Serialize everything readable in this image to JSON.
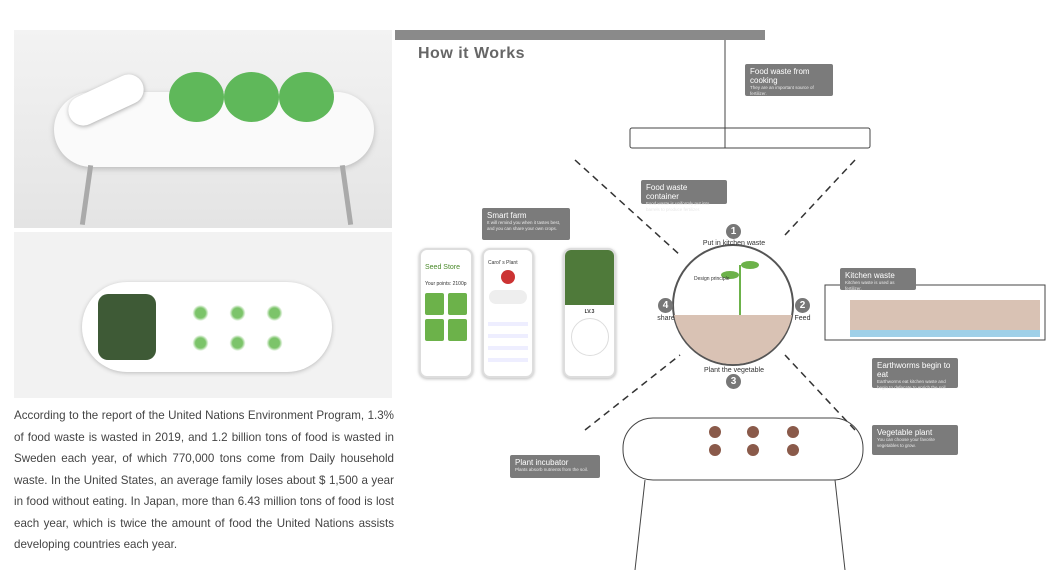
{
  "paragraph": "According to the report of the United Nations Environment Program, 1.3% of food waste is wasted in 2019, and 1.2 billion tons of food is wasted in Sweden each year, of which 770,000 tons come from Daily household waste. In the United States, an average family loses about $ 1,500 a year in food without eating. In Japan, more than 6.43 million tons of food is lost each year, which is twice the amount of food the United Nations assists developing countries each year.",
  "title": "How it Works",
  "callouts": {
    "cooking": {
      "title": "Food waste from cooking",
      "text": "They are an important source of fertilizer."
    },
    "container": {
      "title": "Food waste container",
      "text": "Food waste is uniformly put into barrels to produce fertilizer."
    },
    "smartfarm": {
      "title": "Smart farm",
      "text": "It will remind you when it tastes best, and you can share your own crops."
    },
    "kitchen": {
      "title": "Kitchen waste",
      "text": "Kitchen waste is used as fertilizer."
    },
    "earthworms": {
      "title": "Earthworms begin to eat",
      "text": "Earthworms eat kitchen waste and begin to defecate to enrich the soil."
    },
    "vegetable": {
      "title": "Vegetable plant",
      "text": "You can choose your favorite vegetables to grow."
    },
    "incubator": {
      "title": "Plant incubator",
      "text": "Plants absorb nutrients from the soil."
    }
  },
  "cycle": {
    "steps": [
      {
        "n": "1",
        "label": "Put in kitchen waste"
      },
      {
        "n": "2",
        "label": "Feed"
      },
      {
        "n": "3",
        "label": "Plant the vegetable"
      },
      {
        "n": "4",
        "label": "share"
      }
    ],
    "principle": "Design principle"
  },
  "phones": {
    "seed_store": "Seed Store",
    "points": "Your points: 2100p",
    "plant_title": "Carol' s Plant",
    "level": "LV.3"
  },
  "colors": {
    "callout": "#7b7b7b",
    "soil": "#d9c2b4",
    "plant": "#6cb24a"
  }
}
